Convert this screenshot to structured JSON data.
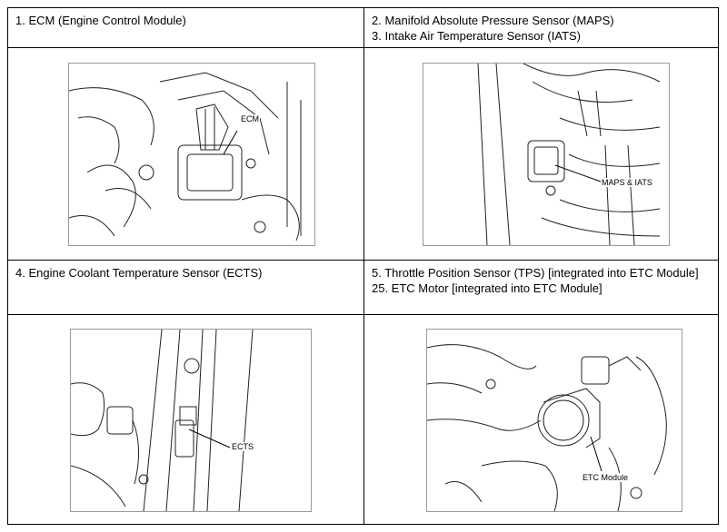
{
  "cells": {
    "ecm": {
      "lines": [
        "1. ECM (Engine Control Module)"
      ],
      "callout": "ECM"
    },
    "maps": {
      "lines": [
        "2. Manifold Absolute Pressure Sensor (MAPS)",
        "3. Intake Air Temperature Sensor (IATS)"
      ],
      "callout": "MAPS & IATS"
    },
    "ects": {
      "lines": [
        "4. Engine Coolant Temperature Sensor (ECTS)"
      ],
      "callout": "ECTS"
    },
    "etc": {
      "lines": [
        "5. Throttle Position Sensor (TPS) [integrated into ETC Module]",
        "25. ETC Motor [integrated into ETC Module]"
      ],
      "callout": "ETC Module"
    }
  }
}
